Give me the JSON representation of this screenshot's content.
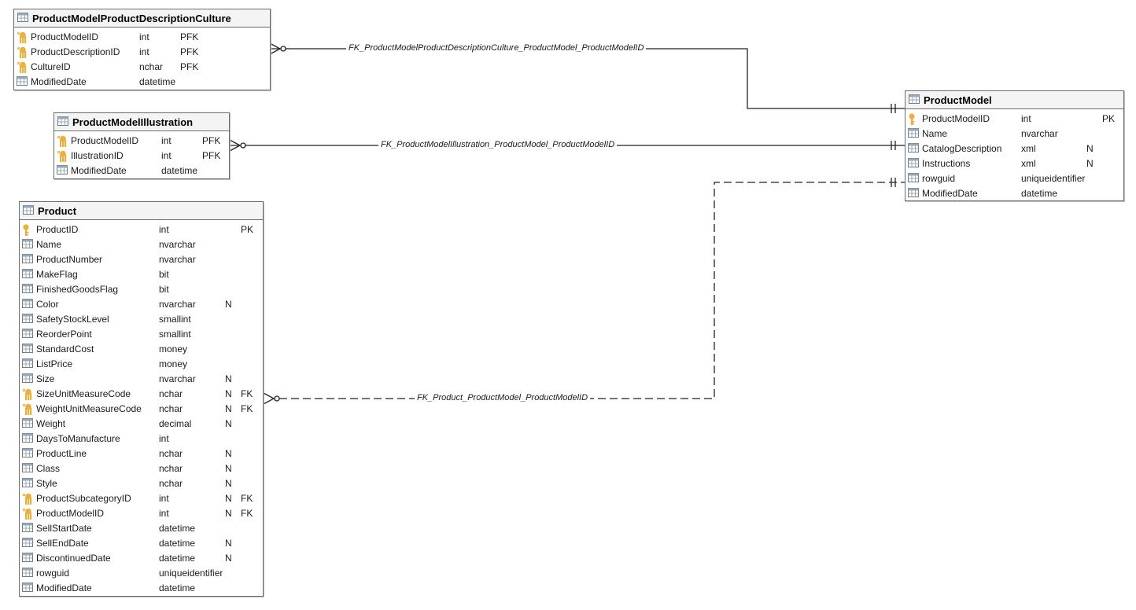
{
  "tables": [
    {
      "id": "pmpdc",
      "title": "ProductModelProductDescriptionCulture",
      "columns": [
        {
          "name": "ProductModelID",
          "type": "int",
          "null": "",
          "key": "PFK"
        },
        {
          "name": "ProductDescriptionID",
          "type": "int",
          "null": "",
          "key": "PFK"
        },
        {
          "name": "CultureID",
          "type": "nchar",
          "null": "",
          "key": "PFK"
        },
        {
          "name": "ModifiedDate",
          "type": "datetime",
          "null": "",
          "key": ""
        }
      ]
    },
    {
      "id": "pmi",
      "title": "ProductModelIllustration",
      "columns": [
        {
          "name": "ProductModelID",
          "type": "int",
          "null": "",
          "key": "PFK"
        },
        {
          "name": "IllustrationID",
          "type": "int",
          "null": "",
          "key": "PFK"
        },
        {
          "name": "ModifiedDate",
          "type": "datetime",
          "null": "",
          "key": ""
        }
      ]
    },
    {
      "id": "product",
      "title": "Product",
      "columns": [
        {
          "name": "ProductID",
          "type": "int",
          "null": "",
          "key": "PK"
        },
        {
          "name": "Name",
          "type": "nvarchar",
          "null": "",
          "key": ""
        },
        {
          "name": "ProductNumber",
          "type": "nvarchar",
          "null": "",
          "key": ""
        },
        {
          "name": "MakeFlag",
          "type": "bit",
          "null": "",
          "key": ""
        },
        {
          "name": "FinishedGoodsFlag",
          "type": "bit",
          "null": "",
          "key": ""
        },
        {
          "name": "Color",
          "type": "nvarchar",
          "null": "N",
          "key": ""
        },
        {
          "name": "SafetyStockLevel",
          "type": "smallint",
          "null": "",
          "key": ""
        },
        {
          "name": "ReorderPoint",
          "type": "smallint",
          "null": "",
          "key": ""
        },
        {
          "name": "StandardCost",
          "type": "money",
          "null": "",
          "key": ""
        },
        {
          "name": "ListPrice",
          "type": "money",
          "null": "",
          "key": ""
        },
        {
          "name": "Size",
          "type": "nvarchar",
          "null": "N",
          "key": ""
        },
        {
          "name": "SizeUnitMeasureCode",
          "type": "nchar",
          "null": "N",
          "key": "FK"
        },
        {
          "name": "WeightUnitMeasureCode",
          "type": "nchar",
          "null": "N",
          "key": "FK"
        },
        {
          "name": "Weight",
          "type": "decimal",
          "null": "N",
          "key": ""
        },
        {
          "name": "DaysToManufacture",
          "type": "int",
          "null": "",
          "key": ""
        },
        {
          "name": "ProductLine",
          "type": "nchar",
          "null": "N",
          "key": ""
        },
        {
          "name": "Class",
          "type": "nchar",
          "null": "N",
          "key": ""
        },
        {
          "name": "Style",
          "type": "nchar",
          "null": "N",
          "key": ""
        },
        {
          "name": "ProductSubcategoryID",
          "type": "int",
          "null": "N",
          "key": "FK"
        },
        {
          "name": "ProductModelID",
          "type": "int",
          "null": "N",
          "key": "FK"
        },
        {
          "name": "SellStartDate",
          "type": "datetime",
          "null": "",
          "key": ""
        },
        {
          "name": "SellEndDate",
          "type": "datetime",
          "null": "N",
          "key": ""
        },
        {
          "name": "DiscontinuedDate",
          "type": "datetime",
          "null": "N",
          "key": ""
        },
        {
          "name": "rowguid",
          "type": "uniqueidentifier",
          "null": "",
          "key": ""
        },
        {
          "name": "ModifiedDate",
          "type": "datetime",
          "null": "",
          "key": ""
        }
      ]
    },
    {
      "id": "pm",
      "title": "ProductModel",
      "columns": [
        {
          "name": "ProductModelID",
          "type": "int",
          "null": "",
          "key": "PK"
        },
        {
          "name": "Name",
          "type": "nvarchar",
          "null": "",
          "key": ""
        },
        {
          "name": "CatalogDescription",
          "type": "xml",
          "null": "N",
          "key": ""
        },
        {
          "name": "Instructions",
          "type": "xml",
          "null": "N",
          "key": ""
        },
        {
          "name": "rowguid",
          "type": "uniqueidentifier",
          "null": "",
          "key": ""
        },
        {
          "name": "ModifiedDate",
          "type": "datetime",
          "null": "",
          "key": ""
        }
      ]
    }
  ],
  "relationships": [
    {
      "label": "FK_ProductModelProductDescriptionCulture_ProductModel_ProductModelID",
      "style": "solid"
    },
    {
      "label": "FK_ProductModelIllustration_ProductModel_ProductModelID",
      "style": "solid"
    },
    {
      "label": "FK_Product_ProductModel_ProductModelID",
      "style": "dashed"
    }
  ],
  "colors": {
    "key": "#e8a838",
    "border": "#6b6b6b",
    "grid": "#7a8a9a"
  }
}
